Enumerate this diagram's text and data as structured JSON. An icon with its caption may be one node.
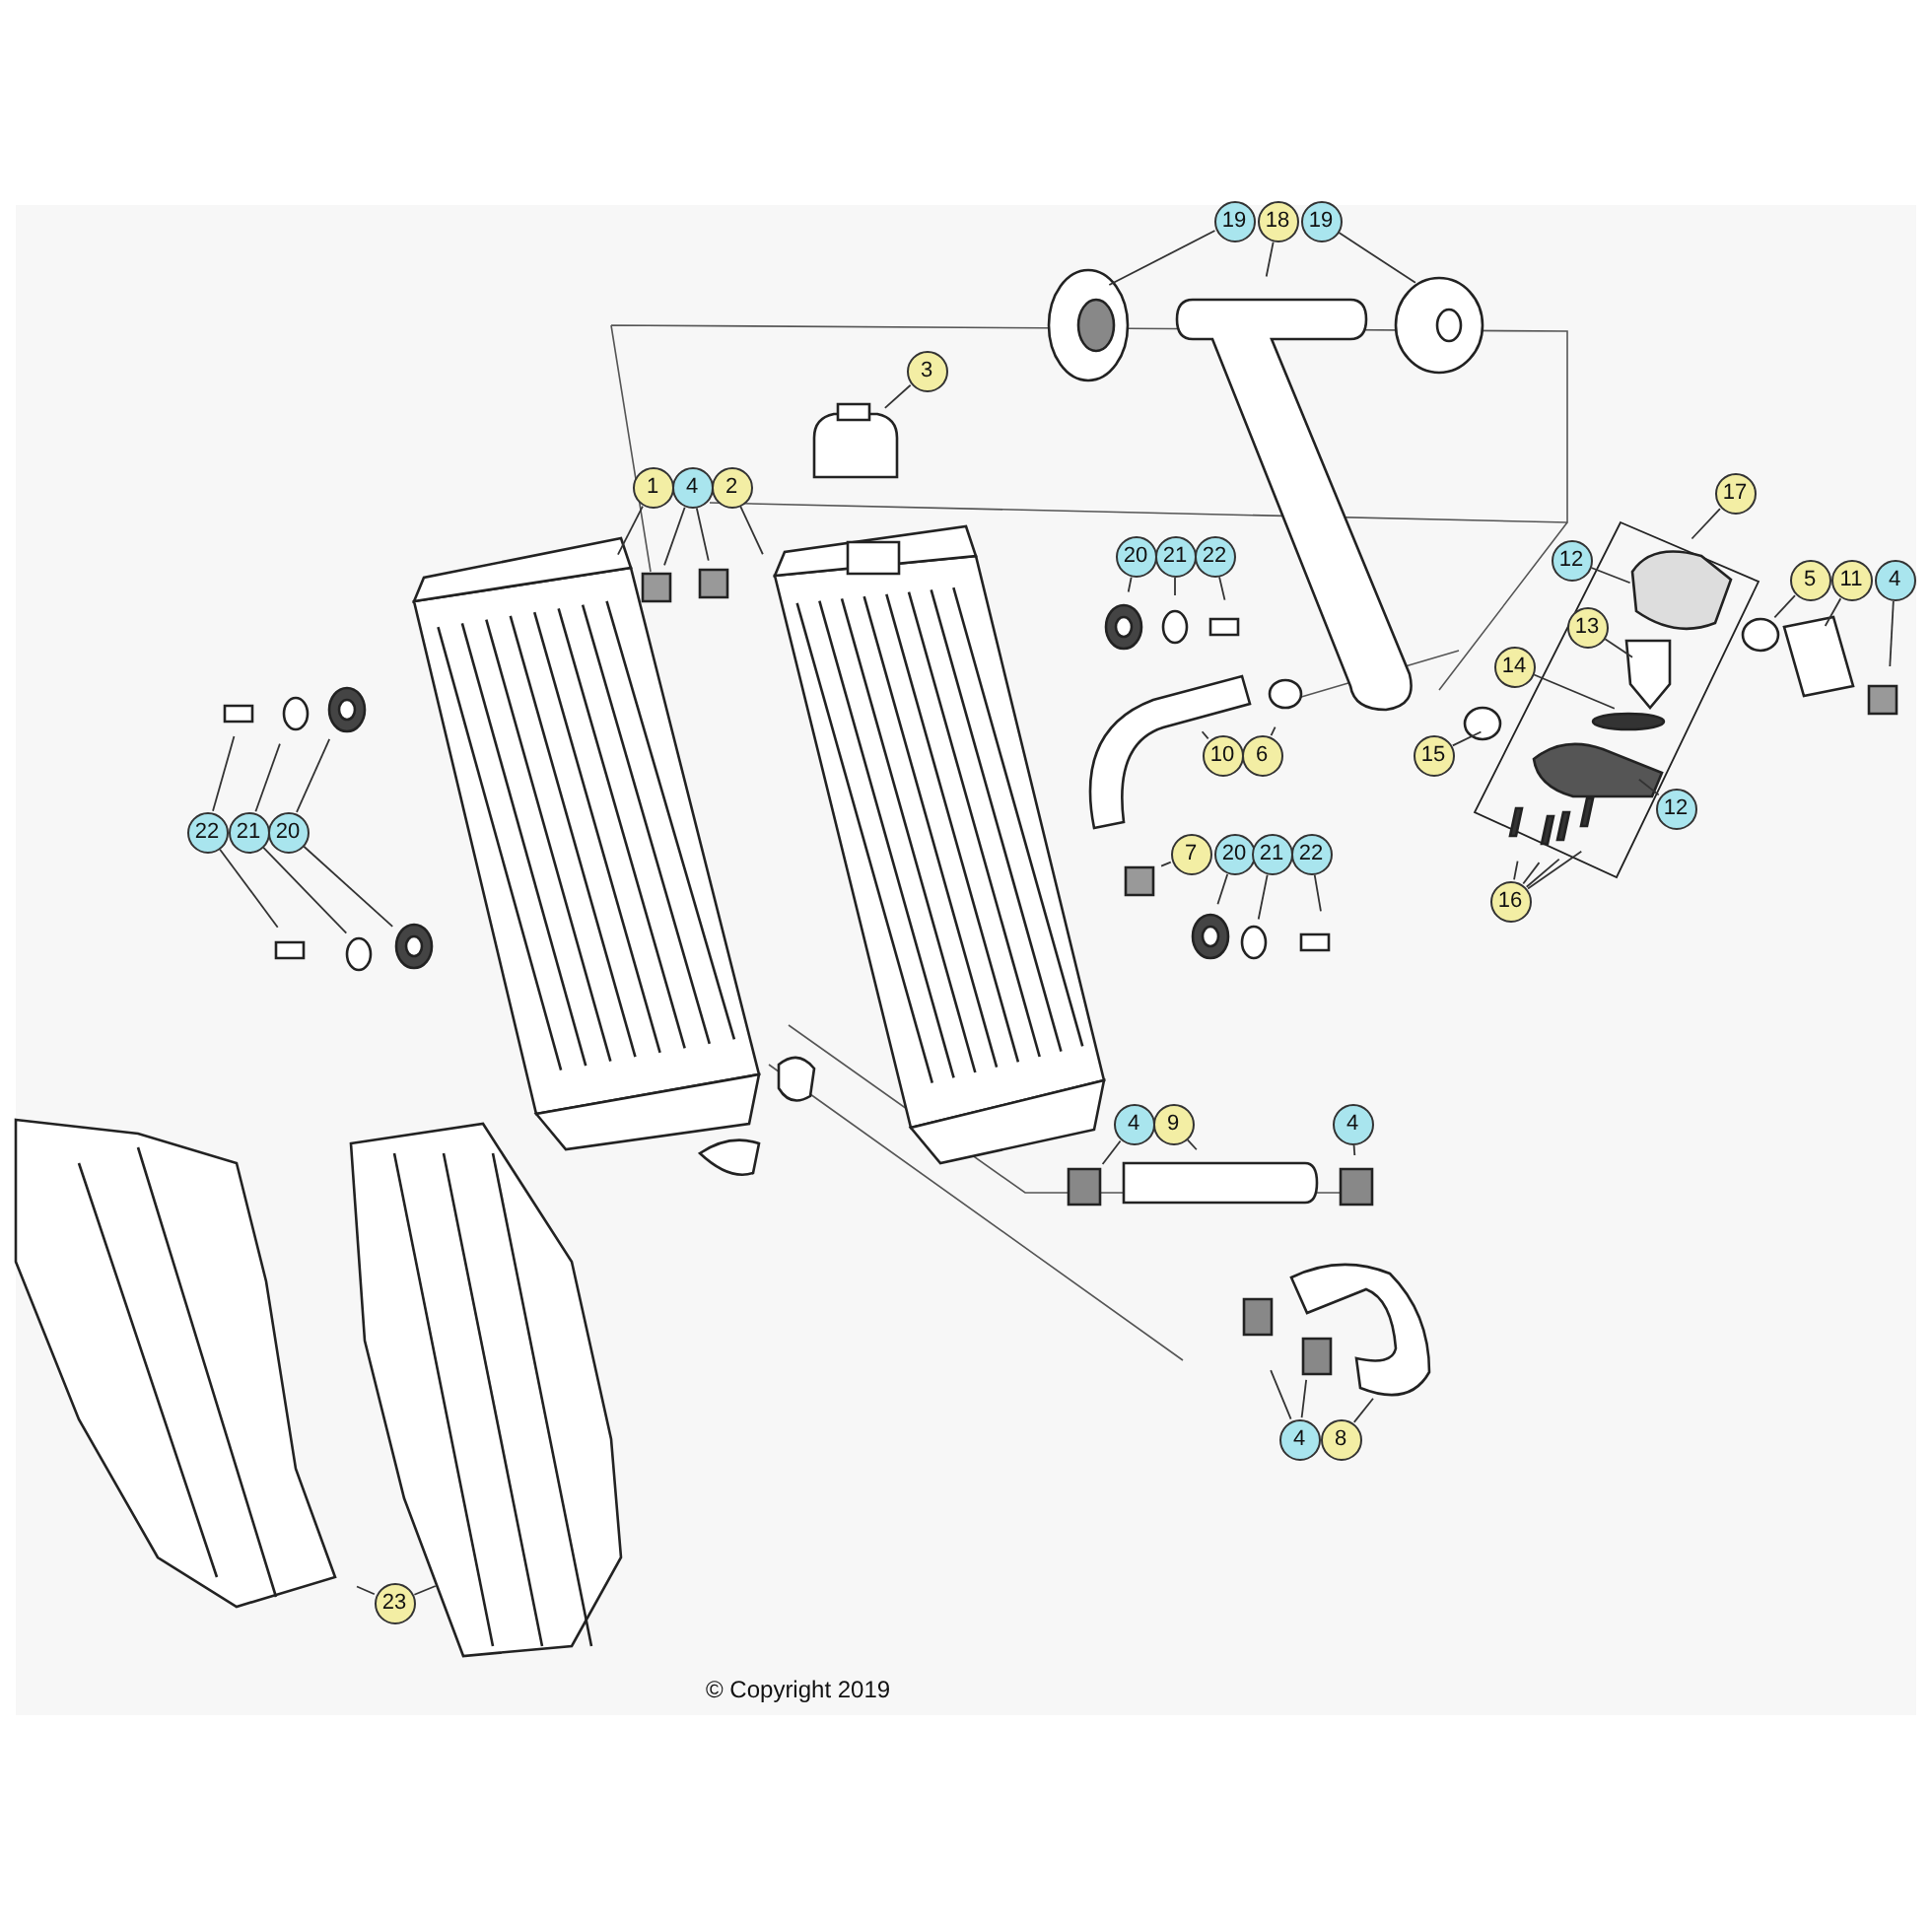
{
  "diagram": {
    "nodes": [
      {
        "text": [
          "19"
        ]
      },
      {
        "text": [
          "18"
        ]
      },
      {
        "text": [
          "19"
        ]
      },
      {
        "text": [
          "3"
        ]
      },
      {
        "text": [
          "1"
        ]
      },
      {
        "text": [
          "4"
        ]
      },
      {
        "text": [
          "2"
        ]
      },
      {
        "text": [
          "20"
        ]
      },
      {
        "text": [
          "21"
        ]
      },
      {
        "text": [
          "22"
        ]
      },
      {
        "text": [
          "17"
        ]
      },
      {
        "text": [
          "12"
        ]
      },
      {
        "text": [
          "5"
        ]
      },
      {
        "text": [
          "11"
        ]
      },
      {
        "text": [
          "4"
        ]
      },
      {
        "text": [
          "13"
        ]
      },
      {
        "text": [
          "14"
        ]
      },
      {
        "text": [
          "15"
        ]
      },
      {
        "text": [
          "12"
        ]
      },
      {
        "text": [
          "16"
        ]
      },
      {
        "text": [
          "10"
        ]
      },
      {
        "text": [
          "6"
        ]
      },
      {
        "text": [
          "22"
        ]
      },
      {
        "text": [
          "21"
        ]
      },
      {
        "text": [
          "20"
        ]
      },
      {
        "text": [
          "7"
        ]
      },
      {
        "text": [
          "20"
        ]
      },
      {
        "text": [
          "21"
        ]
      },
      {
        "text": [
          "22"
        ]
      },
      {
        "text": [
          "4"
        ]
      },
      {
        "text": [
          "9"
        ]
      },
      {
        "text": [
          "4"
        ]
      },
      {
        "text": [
          "4"
        ]
      },
      {
        "text": [
          "8"
        ]
      },
      {
        "text": [
          "23"
        ]
      }
    ],
    "edges": [
      {
        "from": 0,
        "to": null,
        "arrow": "none"
      },
      {
        "from": 1,
        "to": null,
        "arrow": "none"
      },
      {
        "from": 2,
        "to": null,
        "arrow": "none"
      },
      {
        "from": 3,
        "to": null,
        "arrow": "none"
      },
      {
        "from": 4,
        "to": null,
        "arrow": "none"
      },
      {
        "from": 5,
        "to": null,
        "arrow": "none"
      },
      {
        "from": 5,
        "to": null,
        "arrow": "none"
      },
      {
        "from": 6,
        "to": null,
        "arrow": "none"
      },
      {
        "from": 7,
        "to": null,
        "arrow": "none"
      },
      {
        "from": 8,
        "to": null,
        "arrow": "none"
      },
      {
        "from": 9,
        "to": null,
        "arrow": "none"
      },
      {
        "from": 10,
        "to": null,
        "arrow": "none"
      },
      {
        "from": 11,
        "to": null,
        "arrow": "none"
      },
      {
        "from": 12,
        "to": null,
        "arrow": "none"
      },
      {
        "from": 13,
        "to": null,
        "arrow": "none"
      },
      {
        "from": 14,
        "to": null,
        "arrow": "none"
      },
      {
        "from": 15,
        "to": null,
        "arrow": "none"
      },
      {
        "from": 16,
        "to": null,
        "arrow": "none"
      },
      {
        "from": 17,
        "to": null,
        "arrow": "none"
      },
      {
        "from": 18,
        "to": null,
        "arrow": "none"
      },
      {
        "from": 19,
        "to": null,
        "arrow": "none"
      },
      {
        "from": 19,
        "to": null,
        "arrow": "none"
      },
      {
        "from": 19,
        "to": null,
        "arrow": "none"
      },
      {
        "from": 19,
        "to": null,
        "arrow": "none"
      },
      {
        "from": 20,
        "to": null,
        "arrow": "none"
      },
      {
        "from": 21,
        "to": null,
        "arrow": "none"
      },
      {
        "from": 22,
        "to": null,
        "arrow": "none"
      },
      {
        "from": 22,
        "to": null,
        "arrow": "none"
      },
      {
        "from": 23,
        "to": null,
        "arrow": "none"
      },
      {
        "from": 23,
        "to": null,
        "arrow": "none"
      },
      {
        "from": 24,
        "to": null,
        "arrow": "none"
      },
      {
        "from": 24,
        "to": null,
        "arrow": "none"
      },
      {
        "from": 25,
        "to": null,
        "arrow": "none"
      },
      {
        "from": 26,
        "to": null,
        "arrow": "none"
      },
      {
        "from": 27,
        "to": null,
        "arrow": "none"
      },
      {
        "from": 28,
        "to": null,
        "arrow": "none"
      },
      {
        "from": 29,
        "to": null,
        "arrow": "none"
      },
      {
        "from": 30,
        "to": null,
        "arrow": "none"
      },
      {
        "from": 31,
        "to": null,
        "arrow": "none"
      },
      {
        "from": 32,
        "to": null,
        "arrow": "none"
      },
      {
        "from": 32,
        "to": null,
        "arrow": "none"
      },
      {
        "from": 33,
        "to": null,
        "arrow": "none"
      },
      {
        "from": 34,
        "to": null,
        "arrow": "none"
      },
      {
        "from": 34,
        "to": null,
        "arrow": "none"
      }
    ],
    "labels": [
      "© Copyright 2019"
    ]
  }
}
